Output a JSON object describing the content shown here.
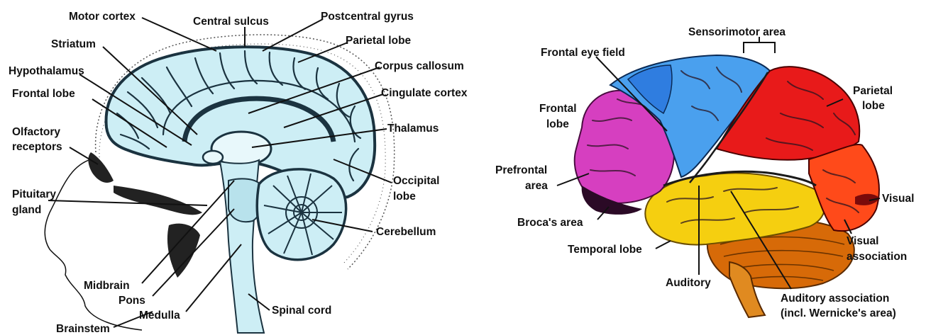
{
  "left_diagram": {
    "labels": {
      "motor_cortex": "Motor cortex",
      "central_sulcus": "Central sulcus",
      "postcentral_gyrus": "Postcentral gyrus",
      "striatum": "Striatum",
      "parietal_lobe": "Parietal lobe",
      "hypothalamus": "Hypothalamus",
      "corpus_callosum": "Corpus callosum",
      "frontal_lobe": "Frontal lobe",
      "cingulate_cortex": "Cingulate cortex",
      "olfactory_line1": "Olfactory",
      "olfactory_line2": "receptors",
      "thalamus": "Thalamus",
      "occipital_line1": "Occipital",
      "occipital_line2": "lobe",
      "pituitary_line1": "Pituitary",
      "pituitary_line2": "gland",
      "cerebellum": "Cerebellum",
      "midbrain": "Midbrain",
      "pons": "Pons",
      "medulla": "Medulla",
      "spinal_cord": "Spinal cord",
      "brainstem": "Brainstem"
    },
    "colors": {
      "brain_fill": "#cdeef5",
      "sulcus": "#1b3340",
      "skull_dots": "#555555"
    }
  },
  "right_diagram": {
    "labels": {
      "sensorimotor_area": "Sensorimotor area",
      "frontal_eye_field": "Frontal eye field",
      "parietal_line1": "Parietal",
      "parietal_line2": "lobe",
      "frontal_line1": "Frontal",
      "frontal_line2": "lobe",
      "prefrontal_line1": "Prefrontal",
      "prefrontal_line2": "area",
      "visual": "Visual",
      "brocas_area": "Broca's area",
      "visual_assoc_line1": "Visual",
      "visual_assoc_line2": "association",
      "temporal_lobe": "Temporal lobe",
      "auditory": "Auditory",
      "aud_assoc_line1": "Auditory association",
      "aud_assoc_line2": "(incl. Wernicke's area)"
    },
    "colors": {
      "prefrontal": "#d63fc0",
      "frontal_eye_field": "#2f7de0",
      "motor": "#4aa0ee",
      "somatosensory": "#e81a1a",
      "parietal": "#e01e28",
      "visual": "#ff4a1a",
      "temporal": "#f5cf10",
      "cerebellum": "#d76a08"
    }
  }
}
